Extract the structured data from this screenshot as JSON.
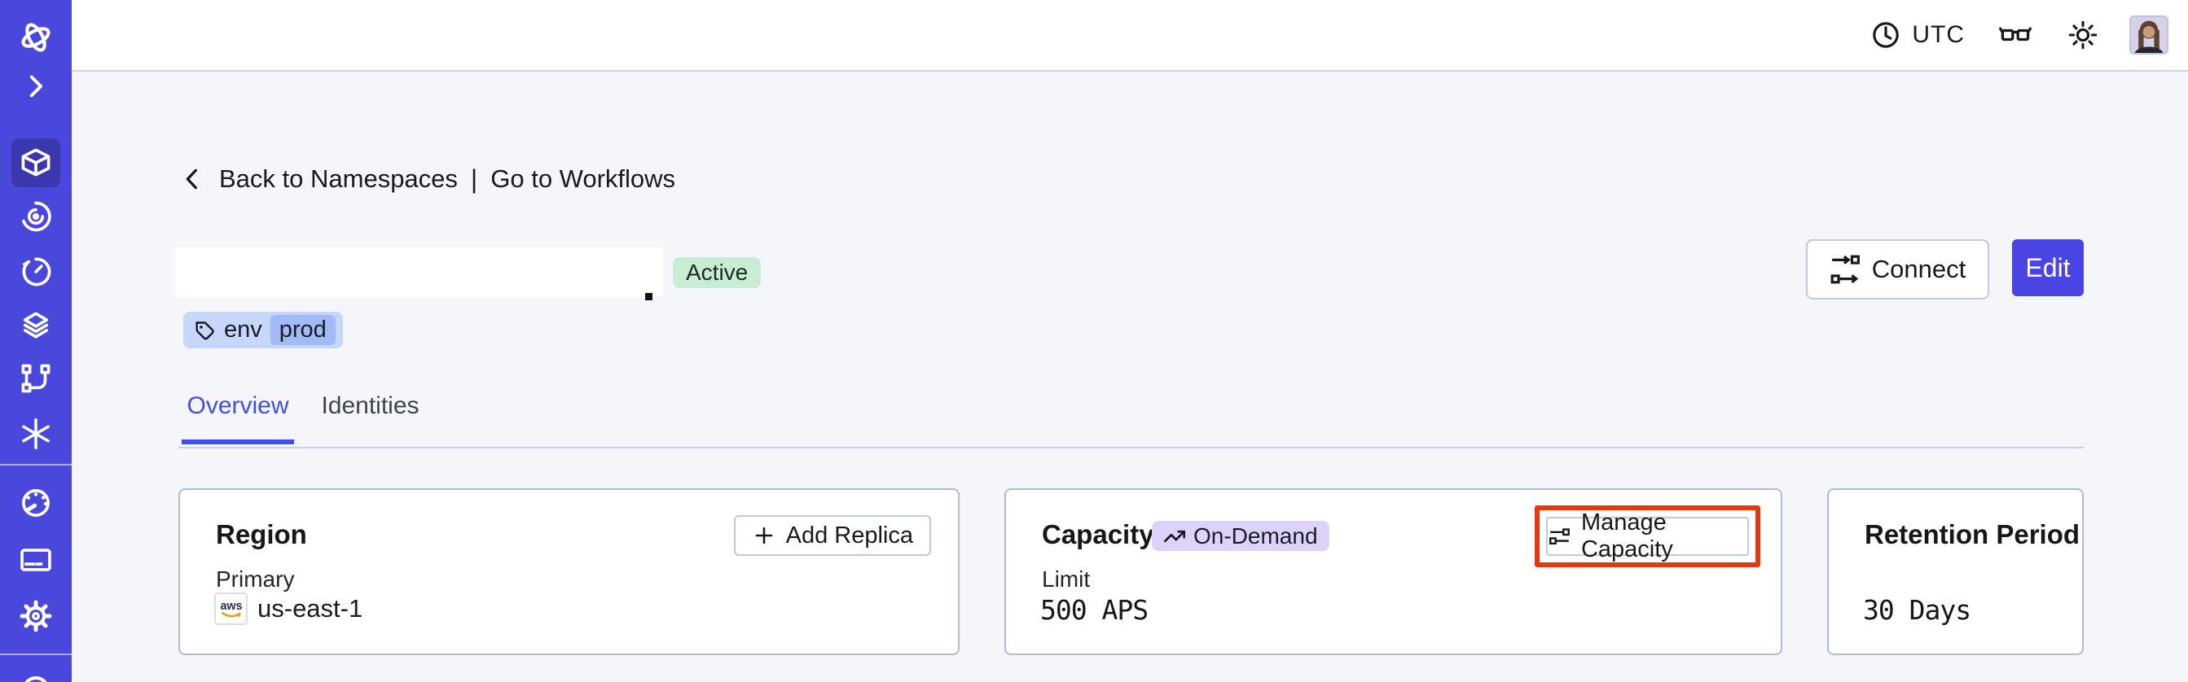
{
  "topbar": {
    "timezone": "UTC"
  },
  "breadcrumb": {
    "back": "Back to Namespaces",
    "separator": "|",
    "workflows": "Go to Workflows"
  },
  "namespace": {
    "status": "Active",
    "tag_key": "env",
    "tag_value": "prod"
  },
  "actions": {
    "connect": "Connect",
    "edit": "Edit"
  },
  "tabs": {
    "overview": "Overview",
    "identities": "Identities"
  },
  "cards": {
    "region": {
      "title": "Region",
      "add_replica": "Add Replica",
      "label": "Primary",
      "provider": "aws",
      "value": "us-east-1"
    },
    "capacity": {
      "title": "Capacity",
      "badge": "On-Demand",
      "manage": "Manage Capacity",
      "label": "Limit",
      "value": "500 APS"
    },
    "retention": {
      "title": "Retention Period",
      "value": "30 Days"
    }
  },
  "icons": {
    "sidebar": [
      "temporal-logo",
      "chevron-right",
      "cube",
      "spiral-eye",
      "clock-history",
      "layers",
      "branch",
      "asterisk",
      "gauge",
      "credit-card",
      "gear",
      "circle-partial"
    ],
    "topbar": [
      "clock",
      "glasses",
      "sun",
      "avatar"
    ]
  },
  "colors": {
    "accent": "#444ce7",
    "sidebar": "#4a47dd",
    "sidebar_active": "#3b38ae",
    "status_active_bg": "#c9ecd4",
    "tag_bg": "#c7d7fc",
    "tag_value_bg": "#a2bbf8",
    "on_demand_bg": "#ded2fa",
    "highlight_red": "#e5380f",
    "card_border": "#aebcd9",
    "page_bg": "#f5f6fa"
  }
}
